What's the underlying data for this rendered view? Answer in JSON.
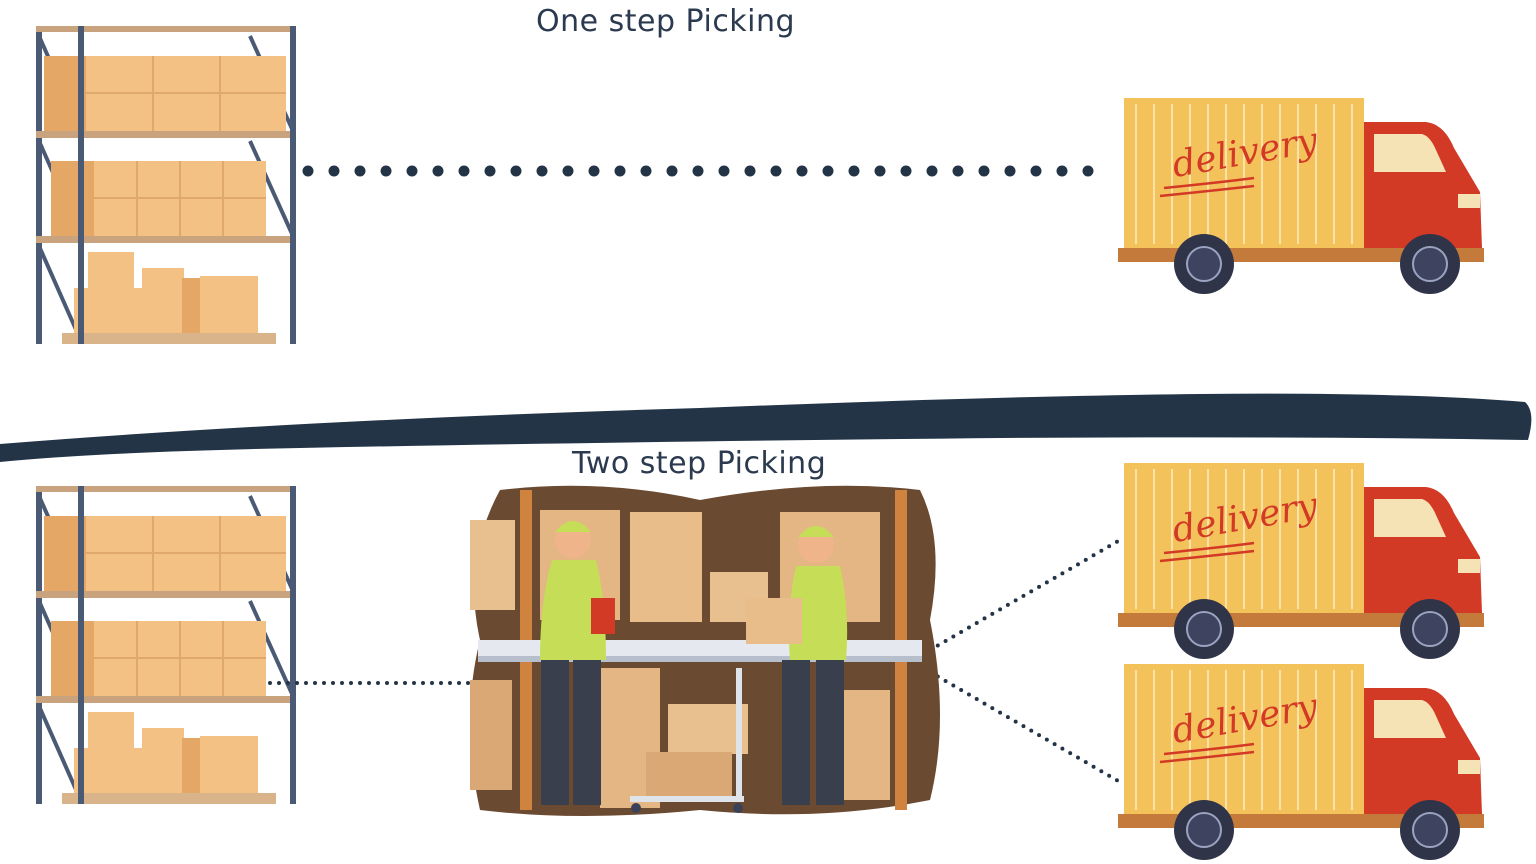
{
  "sections": {
    "one_step": {
      "title": "One step Picking"
    },
    "two_step": {
      "title": "Two step Picking"
    }
  },
  "truck": {
    "label": "delivery"
  },
  "colors": {
    "title": "#2b3a4f",
    "divider": "#243447",
    "rack_frame": "#4a5a75",
    "shelf": "#c9a27e",
    "box": "#f2c183",
    "box_shade": "#e4a765",
    "truck_body": "#f3c25b",
    "truck_cab": "#d33a26",
    "truck_base": "#c47a3a",
    "wheel": "#2f3448",
    "dots": "#243447"
  },
  "icons": [
    "warehouse-rack-icon",
    "delivery-truck-icon",
    "warehouse-workers-illustration",
    "divider-brush-stroke"
  ]
}
